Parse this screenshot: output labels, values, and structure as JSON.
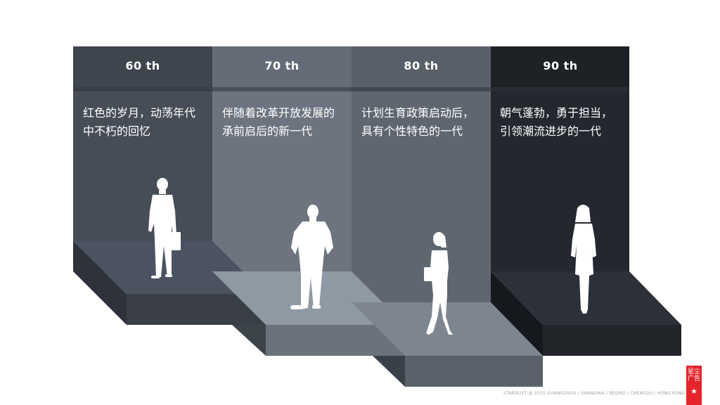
{
  "columns": [
    {
      "label": "60 th",
      "lines": [
        "红色的岁月，动荡年代",
        "中不朽的回忆"
      ]
    },
    {
      "label": "70 th",
      "lines": [
        "伴随着改革开放发展的",
        "承前启后的新一代"
      ]
    },
    {
      "label": "80 th",
      "lines": [
        "计划生育政策启动后，",
        "具有个性特色的一代"
      ]
    },
    {
      "label": "90 th",
      "lines": [
        "朝气蓬勃，勇于担当，",
        "引领潮流进步的一代"
      ]
    }
  ],
  "colors": {
    "panel_60": "#474d57",
    "panel_70": "#6d747f",
    "panel_80": "#5f6670",
    "panel_90": "#24282e",
    "header_band": "#3c424b",
    "silhouette": "#ffffff",
    "logo": "#e5232a"
  },
  "footer": "STARDUST @ 2015 GUANGZHOU / SHANGHAI / BEIJING / CHENGDU / HONG KONG",
  "logo": {
    "line1": "星尘",
    "line2": "广告"
  }
}
